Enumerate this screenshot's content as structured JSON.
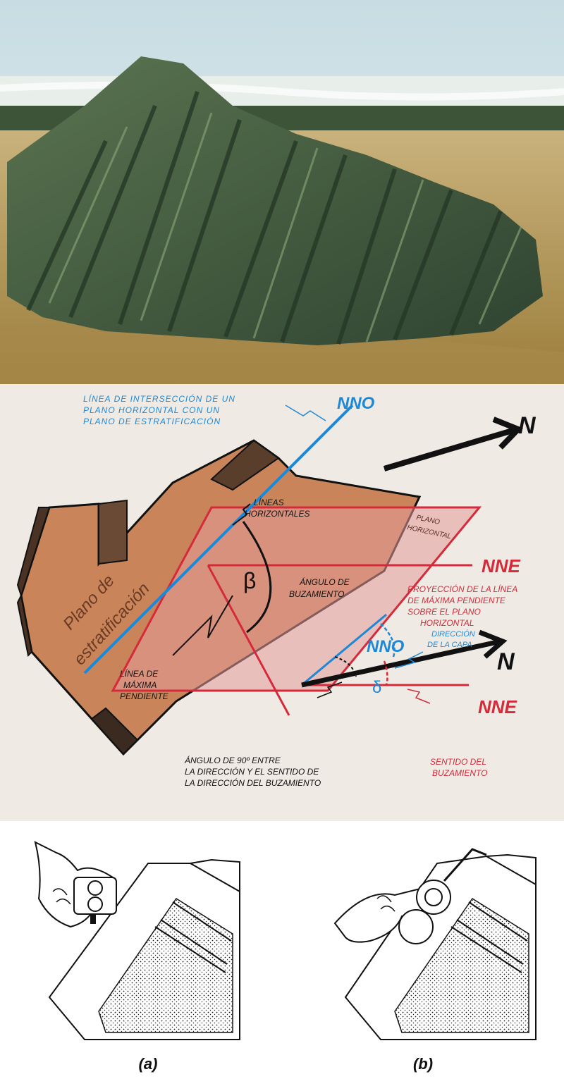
{
  "colors": {
    "blue": "#1e88d6",
    "red": "#d42a3a",
    "black": "#111111",
    "rock": "#c98559",
    "plane_fill": "#e39a9a"
  },
  "diagram": {
    "labels": {
      "intersection_line": [
        "LÍNEA DE INTERSECCIÓN DE UN",
        "PLANO HORIZONTAL CON UN",
        "PLANO DE ESTRATIFICACIÓN"
      ],
      "nno_top": "NNO",
      "north_top": "N",
      "plano_horizontal": [
        "PLANO",
        "HORIZONTAL"
      ],
      "lineas_horizontales": [
        "LÍNEAS",
        "HORIZONTALES"
      ],
      "nne_top": "NNE",
      "plano_estratificacion": [
        "Plano de",
        "estratificación"
      ],
      "beta": "β",
      "angulo_buzamiento": [
        "ÁNGULO DE",
        "BUZAMIENTO"
      ],
      "proyeccion": [
        "PROYECCIÓN DE LA LÍNEA",
        "DE MÁXIMA PENDIENTE",
        "SOBRE EL PLANO",
        "HORIZONTAL"
      ],
      "linea_maxima": [
        "LÍNEA DE",
        "MÁXIMA",
        "PENDIENTE"
      ],
      "nno_bottom": "NNO",
      "direccion_capa": [
        "DIRECCIÓN",
        "DE LA CAPA"
      ],
      "north_bottom": "N",
      "delta": "δ",
      "nne_bottom": "NNE",
      "angulo_90": [
        "ÁNGULO DE 90º ENTRE",
        "LA DIRECCIÓN Y EL SENTIDO DE",
        "LA DIRECCIÓN DEL BUZAMIENTO"
      ],
      "sentido_buzamiento": [
        "SENTIDO DEL",
        "BUZAMIENTO"
      ]
    }
  },
  "sketches": {
    "caption_a": "(a)",
    "caption_b": "(b)"
  }
}
